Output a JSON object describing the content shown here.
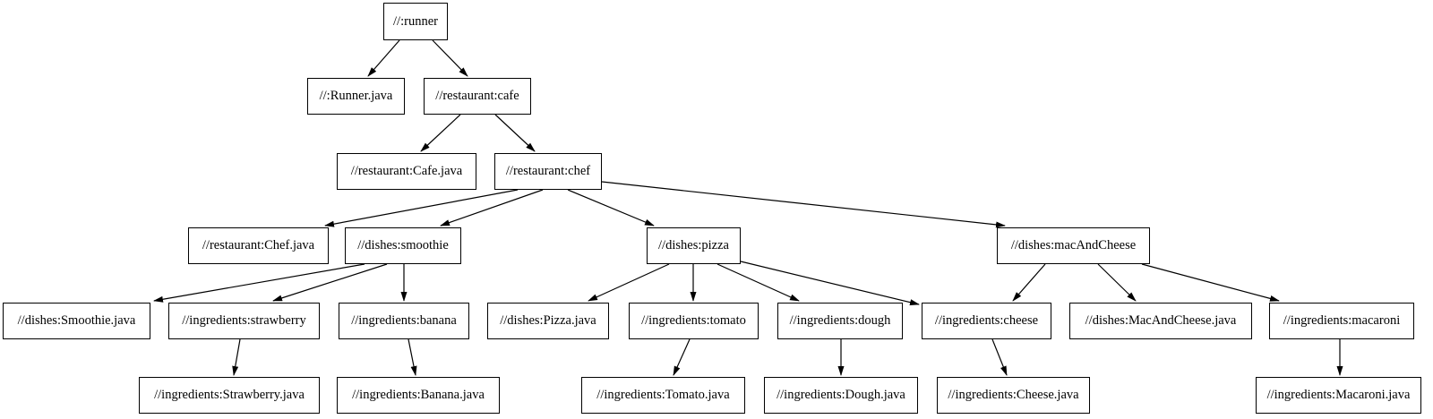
{
  "diagram": {
    "title": "build-dependency-graph",
    "background_color": "#ffffff",
    "node_fill_color": "#ffffff",
    "node_border_color": "#000000",
    "node_text_color": "#000000",
    "edge_color": "#000000"
  },
  "nodes": [
    {
      "id": "runner",
      "label": "//:runner"
    },
    {
      "id": "runner-java",
      "label": "//:Runner.java"
    },
    {
      "id": "cafe",
      "label": "//restaurant:cafe"
    },
    {
      "id": "cafe-java",
      "label": "//restaurant:Cafe.java"
    },
    {
      "id": "chef",
      "label": "//restaurant:chef"
    },
    {
      "id": "chef-java",
      "label": "//restaurant:Chef.java"
    },
    {
      "id": "smoothie",
      "label": "//dishes:smoothie"
    },
    {
      "id": "pizza",
      "label": "//dishes:pizza"
    },
    {
      "id": "mac-and-cheese",
      "label": "//dishes:macAndCheese"
    },
    {
      "id": "smoothie-java",
      "label": "//dishes:Smoothie.java"
    },
    {
      "id": "strawberry",
      "label": "//ingredients:strawberry"
    },
    {
      "id": "banana",
      "label": "//ingredients:banana"
    },
    {
      "id": "pizza-java",
      "label": "//dishes:Pizza.java"
    },
    {
      "id": "tomato",
      "label": "//ingredients:tomato"
    },
    {
      "id": "dough",
      "label": "//ingredients:dough"
    },
    {
      "id": "cheese",
      "label": "//ingredients:cheese"
    },
    {
      "id": "mac-and-cheese-java",
      "label": "//dishes:MacAndCheese.java"
    },
    {
      "id": "macaroni",
      "label": "//ingredients:macaroni"
    },
    {
      "id": "strawberry-java",
      "label": "//ingredients:Strawberry.java"
    },
    {
      "id": "banana-java",
      "label": "//ingredients:Banana.java"
    },
    {
      "id": "tomato-java",
      "label": "//ingredients:Tomato.java"
    },
    {
      "id": "dough-java",
      "label": "//ingredients:Dough.java"
    },
    {
      "id": "cheese-java",
      "label": "//ingredients:Cheese.java"
    },
    {
      "id": "macaroni-java",
      "label": "//ingredients:Macaroni.java"
    }
  ],
  "edges": [
    {
      "from": "runner",
      "to": "runner-java"
    },
    {
      "from": "runner",
      "to": "cafe"
    },
    {
      "from": "cafe",
      "to": "cafe-java"
    },
    {
      "from": "cafe",
      "to": "chef"
    },
    {
      "from": "chef",
      "to": "chef-java"
    },
    {
      "from": "chef",
      "to": "smoothie"
    },
    {
      "from": "chef",
      "to": "pizza"
    },
    {
      "from": "chef",
      "to": "mac-and-cheese"
    },
    {
      "from": "smoothie",
      "to": "smoothie-java"
    },
    {
      "from": "smoothie",
      "to": "strawberry"
    },
    {
      "from": "smoothie",
      "to": "banana"
    },
    {
      "from": "strawberry",
      "to": "strawberry-java"
    },
    {
      "from": "banana",
      "to": "banana-java"
    },
    {
      "from": "pizza",
      "to": "pizza-java"
    },
    {
      "from": "pizza",
      "to": "tomato"
    },
    {
      "from": "pizza",
      "to": "dough"
    },
    {
      "from": "pizza",
      "to": "cheese"
    },
    {
      "from": "mac-and-cheese",
      "to": "cheese"
    },
    {
      "from": "mac-and-cheese",
      "to": "mac-and-cheese-java"
    },
    {
      "from": "mac-and-cheese",
      "to": "macaroni"
    },
    {
      "from": "tomato",
      "to": "tomato-java"
    },
    {
      "from": "dough",
      "to": "dough-java"
    },
    {
      "from": "cheese",
      "to": "cheese-java"
    },
    {
      "from": "macaroni",
      "to": "macaroni-java"
    }
  ]
}
